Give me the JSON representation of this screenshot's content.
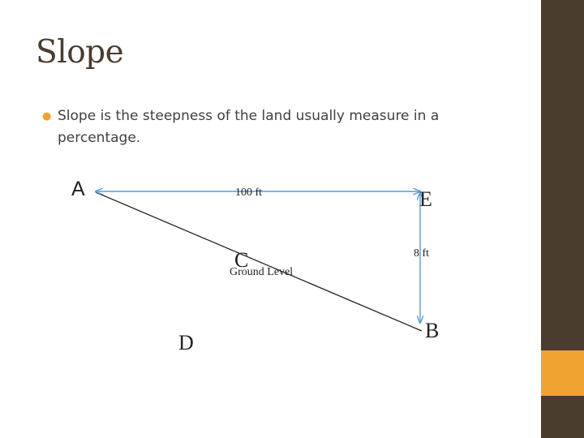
{
  "slide": {
    "title": "Slope",
    "bullets": [
      "Slope is the steepness of the land usually measure in a percentage."
    ]
  },
  "diagram": {
    "points": {
      "a": "A",
      "b": "B",
      "c": "C",
      "d": "D",
      "e": "E"
    },
    "horizontal_label": "100 ft",
    "vertical_label": "8 ft",
    "ground_label": "Ground Level",
    "colors": {
      "arrow": "#5b9bd5",
      "ground_line": "#222222"
    }
  },
  "theme": {
    "sidebar_color": "#4a3c2f",
    "accent_color": "#f0a330"
  }
}
